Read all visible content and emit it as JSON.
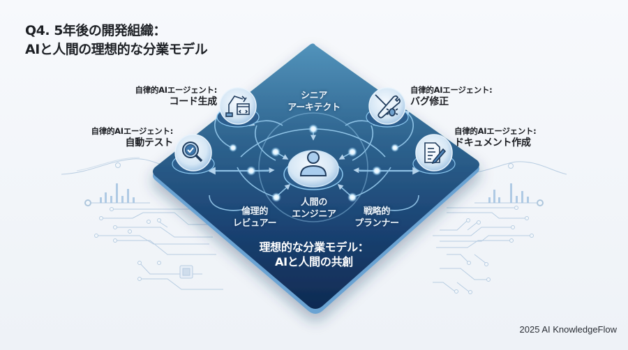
{
  "title": {
    "line1": "Q4. 5年後の開発組織：",
    "line2": "AIと人間の理想的な分業モデル"
  },
  "diagram": {
    "center_node": {
      "label_line1": "人間の",
      "label_line2": "エンジニア",
      "icon": "person-icon"
    },
    "inner_roles": [
      {
        "id": "senior-architect",
        "line1": "シニア",
        "line2": "アーキテクト"
      },
      {
        "id": "ethical-reviewer",
        "line1": "倫理的",
        "line2": "レビュアー"
      },
      {
        "id": "strategic-planner",
        "line1": "戦略的",
        "line2": "プランナー"
      }
    ],
    "agents": [
      {
        "id": "code-generation",
        "line1": "自律的AIエージェント:",
        "line2": "コード生成",
        "icon": "robot-arm-code-icon"
      },
      {
        "id": "automated-testing",
        "line1": "自律的AIエージェント:",
        "line2": "自動テスト",
        "icon": "magnifier-check-icon"
      },
      {
        "id": "bug-fix",
        "line1": "自律的AIエージェント:",
        "line2": "バグ修正",
        "icon": "wrench-bug-icon"
      },
      {
        "id": "documentation",
        "line1": "自律的AIエージェント:",
        "line2": "ドキュメント作成",
        "icon": "document-pen-icon"
      }
    ],
    "caption": {
      "line1": "理想的な分業モデル：",
      "line2": "AIと人間の共創"
    },
    "colors": {
      "platform_top": "#4f8db5",
      "platform_bottom": "#112c55",
      "platform_edge": "#5d93c8",
      "node_fill": "#dbe9f5",
      "icon_stroke": "#1f3b5c",
      "glow": "#bfe3ff"
    }
  },
  "footer": {
    "text": "2025 AI KnowledgeFlow"
  }
}
